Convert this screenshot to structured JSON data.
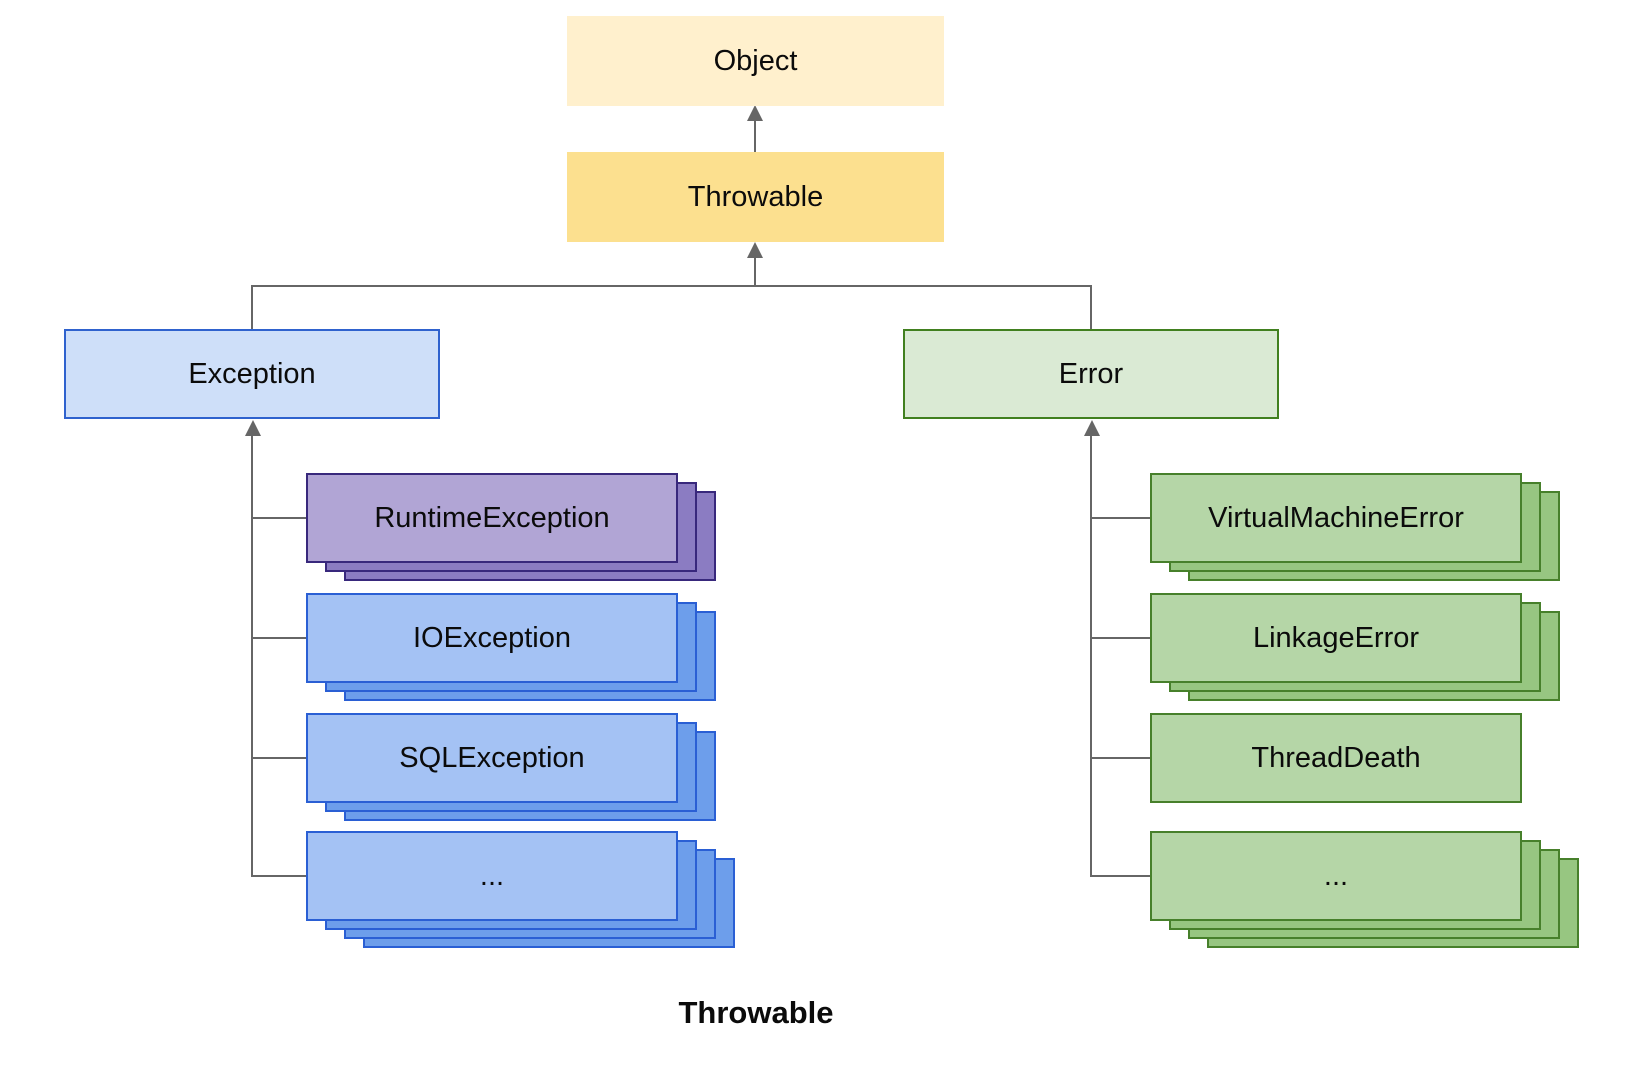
{
  "diagram": {
    "caption": "Throwable",
    "root": {
      "label": "Object"
    },
    "parent": {
      "label": "Throwable"
    },
    "branches": [
      {
        "label": "Exception",
        "children": [
          {
            "label": "RuntimeException",
            "variant": "purple",
            "stacked_copies": 3
          },
          {
            "label": "IOException",
            "variant": "blue",
            "stacked_copies": 3
          },
          {
            "label": "SQLException",
            "variant": "blue",
            "stacked_copies": 3
          },
          {
            "label": "...",
            "variant": "blue",
            "stacked_copies": 4
          }
        ]
      },
      {
        "label": "Error",
        "children": [
          {
            "label": "VirtualMachineError",
            "variant": "green",
            "stacked_copies": 3
          },
          {
            "label": "LinkageError",
            "variant": "green",
            "stacked_copies": 3
          },
          {
            "label": "ThreadDeath",
            "variant": "green",
            "stacked_copies": 1
          },
          {
            "label": "...",
            "variant": "green",
            "stacked_copies": 4
          }
        ]
      }
    ]
  },
  "colors": {
    "line": "#666666",
    "text": "#0b0b0b",
    "object_fill": "#FFF0CD",
    "throwable_fill": "#FCE08F",
    "exception_fill": "#CEDFF9",
    "exception_border": "#2F62CE",
    "error_fill": "#DAEAD4",
    "error_border": "#41801F",
    "blue_fill": "#A4C2F4",
    "blue_back": "#6D9EEB",
    "blue_border": "#2A5FD4",
    "purple_fill": "#B1A5D5",
    "purple_back": "#8B7CC2",
    "purple_border": "#38287C",
    "green_fill": "#B5D6A7",
    "green_back": "#97C681",
    "green_border": "#47802B"
  }
}
